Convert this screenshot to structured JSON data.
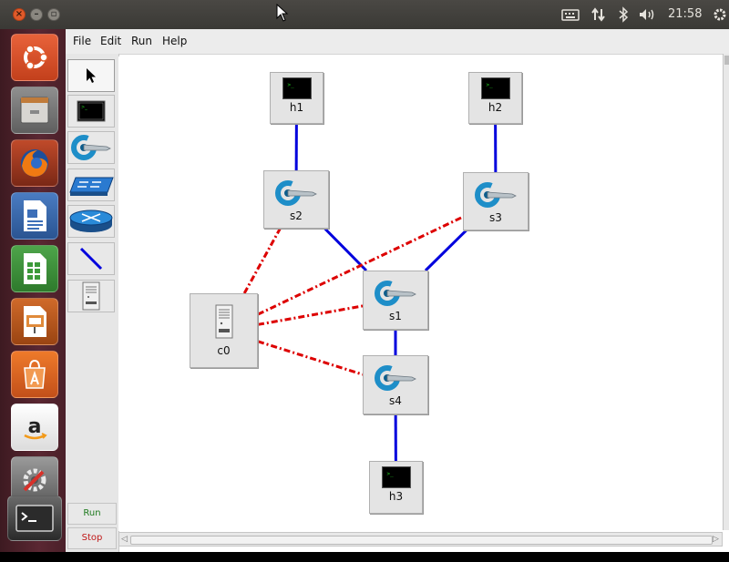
{
  "panel": {
    "clock": "21:58",
    "tray_icons": [
      "keyboard-icon",
      "network-icon",
      "bluetooth-icon",
      "volume-icon",
      "settings-gear-icon"
    ]
  },
  "launcher": {
    "apps": [
      "ubuntu-dash-icon",
      "files-icon",
      "firefox-icon",
      "writer-icon",
      "calc-icon",
      "impress-icon",
      "software-center-icon",
      "amazon-icon",
      "system-settings-icon",
      "terminal-icon"
    ]
  },
  "menubar": {
    "file": "File",
    "edit": "Edit",
    "run": "Run",
    "help": "Help"
  },
  "toolbar": {
    "tools": [
      "select-pointer",
      "host",
      "switch",
      "legacy-switch",
      "legacy-router",
      "net-link",
      "controller"
    ],
    "run_label": "Run",
    "stop_label": "Stop"
  },
  "topology": {
    "nodes": [
      {
        "id": "h1",
        "label": "h1",
        "type": "host"
      },
      {
        "id": "h2",
        "label": "h2",
        "type": "host"
      },
      {
        "id": "s2",
        "label": "s2",
        "type": "switch"
      },
      {
        "id": "s3",
        "label": "s3",
        "type": "switch"
      },
      {
        "id": "c0",
        "label": "c0",
        "type": "controller"
      },
      {
        "id": "s1",
        "label": "s1",
        "type": "switch"
      },
      {
        "id": "s4",
        "label": "s4",
        "type": "switch"
      },
      {
        "id": "h3",
        "label": "h3",
        "type": "host"
      }
    ],
    "data_links": [
      [
        "h1",
        "s2"
      ],
      [
        "h2",
        "s3"
      ],
      [
        "s2",
        "s1"
      ],
      [
        "s3",
        "s1"
      ],
      [
        "s1",
        "s4"
      ],
      [
        "s4",
        "h3"
      ]
    ],
    "controller_links": [
      [
        "c0",
        "s2"
      ],
      [
        "c0",
        "s3"
      ],
      [
        "c0",
        "s1"
      ],
      [
        "c0",
        "s4"
      ]
    ],
    "colors": {
      "data_link": "#0000dd",
      "controller_link": "#dd0000"
    }
  }
}
